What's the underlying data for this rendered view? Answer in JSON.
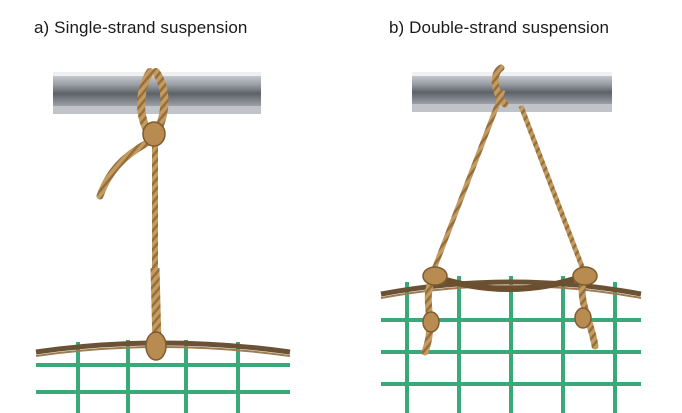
{
  "panels": [
    {
      "caption": "a) Single-strand suspension"
    },
    {
      "caption": "b) Double-strand suspension"
    }
  ],
  "colors": {
    "rope": "#c49a5e",
    "rope_dark": "#8a6536",
    "rail": "#7c7f85",
    "rail_light": "#c9ccd1",
    "net": "#3aa877",
    "net_rope": "#6b5234"
  },
  "icons": [
    "steel-rail",
    "rope",
    "knot",
    "net"
  ]
}
